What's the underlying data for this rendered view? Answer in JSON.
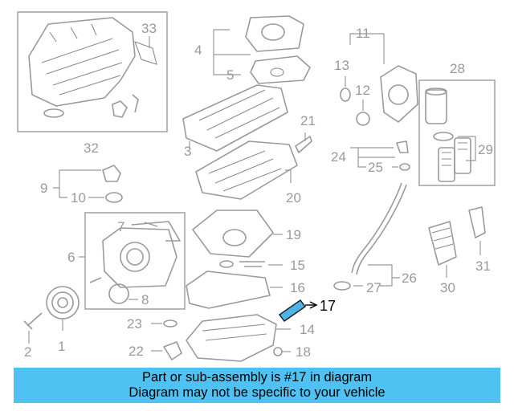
{
  "callouts": [
    "1",
    "2",
    "3",
    "4",
    "5",
    "6",
    "7",
    "8",
    "9",
    "10",
    "11",
    "12",
    "13",
    "14",
    "15",
    "16",
    "17",
    "18",
    "19",
    "20",
    "21",
    "22",
    "23",
    "24",
    "25",
    "26",
    "27",
    "28",
    "29",
    "30",
    "31",
    "32",
    "33"
  ],
  "highlight": {
    "part": "17",
    "color": "#4fb3e8"
  },
  "banner": {
    "line1": "Part or sub-assembly is #17 in diagram",
    "line2": "Diagram may not be specific to your vehicle",
    "color": "#4fc1f2"
  }
}
